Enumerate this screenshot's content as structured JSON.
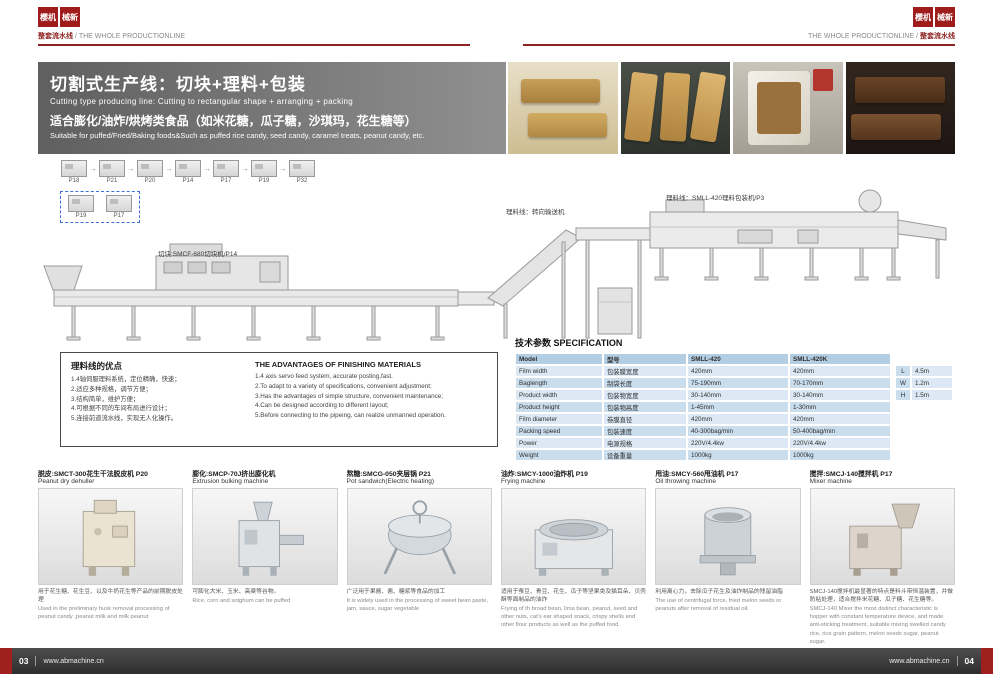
{
  "colors": {
    "accent_red": "#9e1c1c",
    "banner_gray": "#6f6f6f",
    "table_blue": "#cadded",
    "footer_dark": "#3a3a3a"
  },
  "header": {
    "logo_sq1": "樱机",
    "logo_sq2": "械新",
    "left_cn": "整套流水线",
    "left_en": "/ THE WHOLE PRODUCTIONLINE",
    "right_en": "THE WHOLE PRODUCTIONLINE /",
    "right_cn": "整套流水线"
  },
  "banner": {
    "title_cn": "切割式生产线：切块+理料+包装",
    "title_en": "Cutting type producing line:  Cutting to rectangular shape + arranging + packing",
    "subtitle_cn": "适合膨化/油炸/烘烤类食品（如米花糖，瓜子糖，沙琪玛，花生糖等）",
    "subtitle_en": "Suitable for puffed/Fried/Baking foods&Such as puffed rice candy, seed candy, caramel treats, peanut candy, etc."
  },
  "flow": {
    "row1": [
      "P18",
      "P21",
      "P20",
      "P14",
      "P17",
      "P19",
      "P32"
    ],
    "row2": [
      "P19",
      "P17"
    ]
  },
  "diagram": {
    "label_cutter": "切块:SMCF-680切块机/P14",
    "label_conveyor": "理料线：转向输送机",
    "label_packer": "理料线：SMLL-420理料包装机/P3"
  },
  "advantages": {
    "title_cn": "理料线的优点",
    "items_cn": [
      "1.4轴伺服理料系统，定位精确，快速；",
      "2.适应多种规格，调节方便；",
      "3.结构简单，维护方便；",
      "4.可根据不同的车间布局进行设计；",
      "5.连接前道流水线，实现无人化操作。"
    ],
    "title_en": "THE ADVANTAGES OF FINISHING MATERIALS",
    "items_en": [
      "1.4 axis servo feed system, accurate posting,fast.",
      "2.To adapt to a variety of specifications, convenient adjustment;",
      "3.Has the advantages of simple structure, convenient maintenance;",
      "4.Can be designed according to different layout;",
      "5.Before connecting to the pipeing, can realize unmanned operation."
    ]
  },
  "spec": {
    "title": "技术参数 SPECIFICATION",
    "rows": [
      {
        "en": "Model",
        "cn": "型号",
        "v1": "SMLL-420",
        "v2": "SMLL-420K",
        "d": "",
        "dv": ""
      },
      {
        "en": "Film width",
        "cn": "包装膜宽度",
        "v1": "420mm",
        "v2": "420mm",
        "d": "L",
        "dv": "4.5m"
      },
      {
        "en": "Baglength",
        "cn": "制袋长度",
        "v1": "75-190mm",
        "v2": "70-170mm",
        "d": "W",
        "dv": "1.2m"
      },
      {
        "en": "Product width",
        "cn": "包装物宽度",
        "v1": "30-140mm",
        "v2": "30-140mm",
        "d": "H",
        "dv": "1.5m"
      },
      {
        "en": "Product height",
        "cn": "包装物高度",
        "v1": "1-45mm",
        "v2": "1-30mm",
        "d": "",
        "dv": ""
      },
      {
        "en": "Film diameter",
        "cn": "卷膜直径",
        "v1": "420mm",
        "v2": "420mm",
        "d": "",
        "dv": ""
      },
      {
        "en": "Packing speed",
        "cn": "包装速度",
        "v1": "40-300bag/min",
        "v2": "50-400bag/min",
        "d": "",
        "dv": ""
      },
      {
        "en": "Power",
        "cn": "电源规格",
        "v1": "220V/4.4kw",
        "v2": "220V/4.4kw",
        "d": "",
        "dv": ""
      },
      {
        "en": "Weight",
        "cn": "设备重量",
        "v1": "1000kg",
        "v2": "1000kg",
        "d": "",
        "dv": ""
      }
    ]
  },
  "machines": [
    {
      "title": "脱皮:SMCT-300花生干法脱皮机 P20",
      "subtitle": "Peanut dry dehuller",
      "desc_cn": "用于花生糖、花生豆、以及牛奶花生等产品的前期脱皮处理",
      "desc_en": "Used in the preliminary husk removal processing of peanut candy ,peanut milk and milk peanut"
    },
    {
      "title": "膨化:SMCP-70J挤出膨化机",
      "subtitle": "Extrusion bulking machine",
      "desc_cn": "可膨化大米、玉米、高粱等谷物。",
      "desc_en": "Rice, corn and sotghum can be puffed"
    },
    {
      "title": "熬糖:SMCG-050夹层锅 P21",
      "subtitle": "Pot sandwich(Electric heating)",
      "desc_cn": "广泛用于果酱、酱、糖浆等食品的加工",
      "desc_en": "It is widely used in the processing of sweet bean paste, jam, sauce, sugar vegetable"
    },
    {
      "title": "油炸:SMCY-1000油炸机 P19",
      "subtitle": "Frying machine",
      "desc_cn": "适用于蚕豆、青豆、花生、瓜子等坚果类及猫耳朵、贝壳酥等面制品的油炸",
      "desc_en": "Frying of th broad bean, lima bean, peanut, seed and other nuts, cat's ear shaped snack, crispy shells and other flour products as well as the puffed food."
    },
    {
      "title": "甩油:SMCY-560甩油机 P17",
      "subtitle": "Oil throwing machine",
      "desc_cn": "利用离心力，去除瓜子花生及油炸制品的残留油脂",
      "desc_en": "The use of centrifugal force, fried melon seeds or peanuts after removal of residual oil."
    },
    {
      "title": "搅拌:SMCJ-140搅拌机 P17",
      "subtitle": "Mixer machine",
      "desc_cn": "SMCJ-140搅拌机最显著的特点是料斗带恒温装置，并做防粘处理，适合搅拌米花糖、瓜子糖、花生糖等。",
      "desc_en": "SMCJ-140 Mixer the most distinct characteristic is hopper with constant temperature device, and made anti-sticking treatment, suitable mixing swelled candy rice, rice grain pattern, melon seeds sugar, peanut sugar."
    }
  ],
  "footer": {
    "left_page": "03",
    "left_url": "www.abmachine.cn",
    "right_url": "www.abmachine.cn",
    "right_page": "04"
  }
}
